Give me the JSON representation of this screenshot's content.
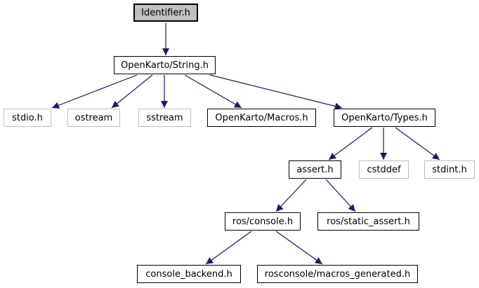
{
  "diagram": {
    "colors": {
      "edge": "#191970",
      "root_fill": "#bfbfbf",
      "node_fill": "#ffffff",
      "internal_border": "#000000",
      "external_border": "#bfbfbf",
      "text": "#000000",
      "background": "#ffffff"
    },
    "nodes": {
      "identifier": {
        "label": "Identifier.h",
        "type": "root"
      },
      "string": {
        "label": "OpenKarto/String.h",
        "type": "internal"
      },
      "stdio": {
        "label": "stdio.h",
        "type": "external"
      },
      "ostream": {
        "label": "ostream",
        "type": "external"
      },
      "sstream": {
        "label": "sstream",
        "type": "external"
      },
      "macros": {
        "label": "OpenKarto/Macros.h",
        "type": "internal"
      },
      "types": {
        "label": "OpenKarto/Types.h",
        "type": "internal"
      },
      "assert": {
        "label": "assert.h",
        "type": "internal"
      },
      "cstddef": {
        "label": "cstddef",
        "type": "external"
      },
      "stdint": {
        "label": "stdint.h",
        "type": "external"
      },
      "ros_console": {
        "label": "ros/console.h",
        "type": "internal"
      },
      "ros_static_assert": {
        "label": "ros/static_assert.h",
        "type": "internal"
      },
      "console_backend": {
        "label": "console_backend.h",
        "type": "internal"
      },
      "rosconsole_macros": {
        "label": "rosconsole/macros_generated.h",
        "type": "internal"
      }
    },
    "edges": [
      {
        "from": "Identifier.h",
        "to": "OpenKarto/String.h"
      },
      {
        "from": "OpenKarto/String.h",
        "to": "stdio.h"
      },
      {
        "from": "OpenKarto/String.h",
        "to": "ostream"
      },
      {
        "from": "OpenKarto/String.h",
        "to": "sstream"
      },
      {
        "from": "OpenKarto/String.h",
        "to": "OpenKarto/Macros.h"
      },
      {
        "from": "OpenKarto/String.h",
        "to": "OpenKarto/Types.h"
      },
      {
        "from": "OpenKarto/Types.h",
        "to": "assert.h"
      },
      {
        "from": "OpenKarto/Types.h",
        "to": "cstddef"
      },
      {
        "from": "OpenKarto/Types.h",
        "to": "stdint.h"
      },
      {
        "from": "assert.h",
        "to": "ros/console.h"
      },
      {
        "from": "assert.h",
        "to": "ros/static_assert.h"
      },
      {
        "from": "ros/console.h",
        "to": "console_backend.h"
      },
      {
        "from": "ros/console.h",
        "to": "rosconsole/macros_generated.h"
      }
    ]
  }
}
